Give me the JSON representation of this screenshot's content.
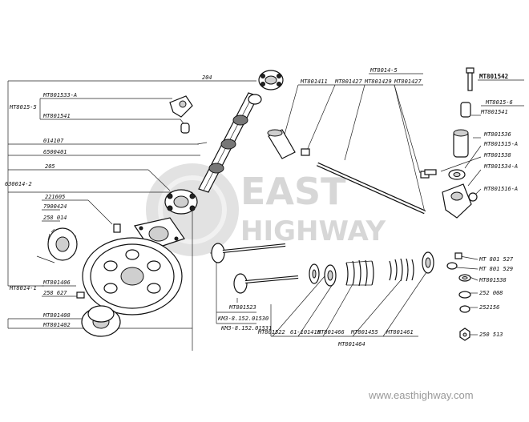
{
  "labels": {
    "l204": "204",
    "l801533a": "MT801533-A",
    "l80155": "MT8015-5",
    "l801541a": "MT801541",
    "l014107": "014107",
    "l6500401": "6500401",
    "l205": "205",
    "l6300142": "630014-2",
    "l221605": "221605",
    "l7900424": "7900424",
    "l258014": "258 014",
    "l80141": "MT8014-1",
    "l801406": "MT801406",
    "l258627": "258 627",
    "l801408": "MT801408",
    "l801402": "MT801402",
    "l80145": "MT8014-5",
    "l801411": "MT801411",
    "l801427a": "MT801427",
    "l801429": "MT801429",
    "l801427b": "MT801427",
    "l801542": "MT801542",
    "l80156": "MT8015-6",
    "l801541b": "MT801541",
    "l801536": "MT801536",
    "l801515a": "MT801515-A",
    "l801538a": "MT801538",
    "l801534a": "MT801534-A",
    "l801516a": "MT801516-A",
    "l801527": "MT 801 527",
    "l801529": "MT 801 529",
    "l801538b": "MT801538",
    "l252008": "252 008",
    "l252156": "252156",
    "l250513": "250 513",
    "l801523": "MT801523",
    "lkmz1": "KM3-8.152.01530",
    "lkmz2": "KM3-8.152.01531",
    "l801522": "MT801522",
    "l6101418": "61-101418",
    "l801466": "MT801466",
    "l801455": "MT801455",
    "l801461": "MT801461",
    "l801464": "MT801464"
  },
  "watermark": {
    "line1": "EAST",
    "line2": "HIGHWAY",
    "url": "www.easthighway.com"
  },
  "colors": {
    "ink": "#111111",
    "watermark": "#d7d7d7",
    "url": "#999999"
  }
}
